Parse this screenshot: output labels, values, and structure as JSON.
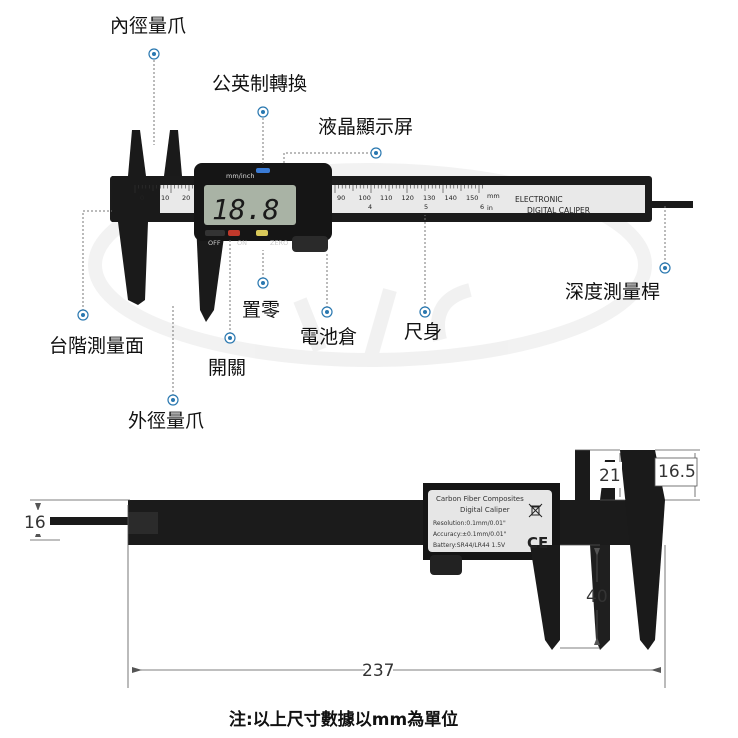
{
  "callouts": {
    "inner_jaw": "內徑量爪",
    "unit_switch": "公英制轉換",
    "lcd_screen": "液晶顯示屏",
    "depth_rod": "深度測量桿",
    "step_face": "台階測量面",
    "zero_button": "置零",
    "battery_compartment": "電池倉",
    "ruler_body": "尺身",
    "power_switch": "開關",
    "outer_jaw": "外徑量爪"
  },
  "caliper_top": {
    "display_value": "18.8",
    "unit_label": "mm/inch",
    "button_off": "OFF",
    "button_on": "ON",
    "button_zero": "ZERO",
    "brand_line1": "ELECTRONIC",
    "brand_line2": "DIGITAL CALIPER",
    "scale_mm_label": "mm",
    "scale_in_label": "in",
    "scale_left_numbers": [
      "0",
      "10",
      "20"
    ],
    "scale_right_numbers": [
      "90",
      "100",
      "110",
      "120",
      "130",
      "140",
      "150"
    ],
    "inch_marks": [
      "4",
      "5",
      "6"
    ]
  },
  "caliper_bottom": {
    "info_title_1": "Carbon Fiber Composites",
    "info_title_2": "Digital Caliper",
    "resolution": "Resolution:0.1mm/0.01\"",
    "accuracy": "Accuracy:±0.1mm/0.01\"",
    "battery": "Battery:SR44/LR44 1.5V",
    "ce_mark": "CE"
  },
  "dimensions": {
    "total_length": "237",
    "depth_rod_height": "16",
    "inner_jaw_height": "21",
    "jaw_width": "16.5",
    "outer_jaw_length": "40"
  },
  "footnote": "注:以上尺寸數據以mm為單位",
  "colors": {
    "plastic": "#1a1a1a",
    "ruler_face": "#e9e9e9",
    "lcd": "#a9b3a5",
    "leader": "#666666",
    "dot": "#2a78b0",
    "zero_btn": "#d9c95a",
    "on_btn": "#c0392b"
  }
}
